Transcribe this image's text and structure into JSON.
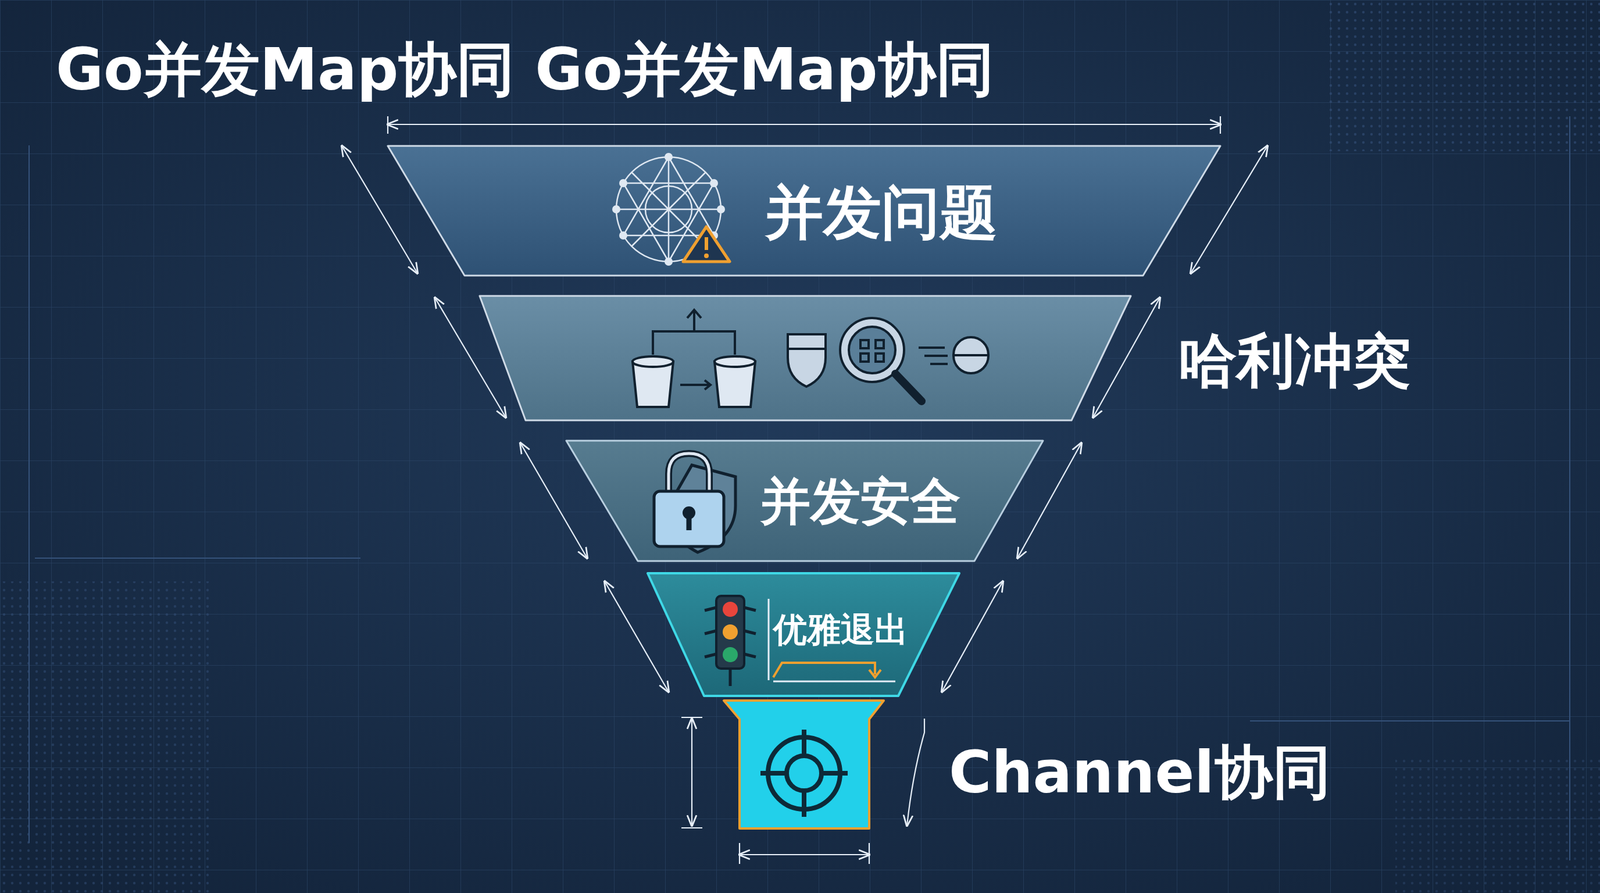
{
  "diagram": {
    "title": "Go并发Map协同 Go并发Map协同",
    "nodes": [
      {
        "text": [
          "并发问题"
        ]
      },
      {
        "text": [
          "哈利冲突"
        ]
      },
      {
        "text": [
          "并发安全"
        ]
      },
      {
        "text": [
          "优雅退出"
        ]
      },
      {
        "text": [
          "Channel协同"
        ]
      }
    ],
    "edges": []
  }
}
